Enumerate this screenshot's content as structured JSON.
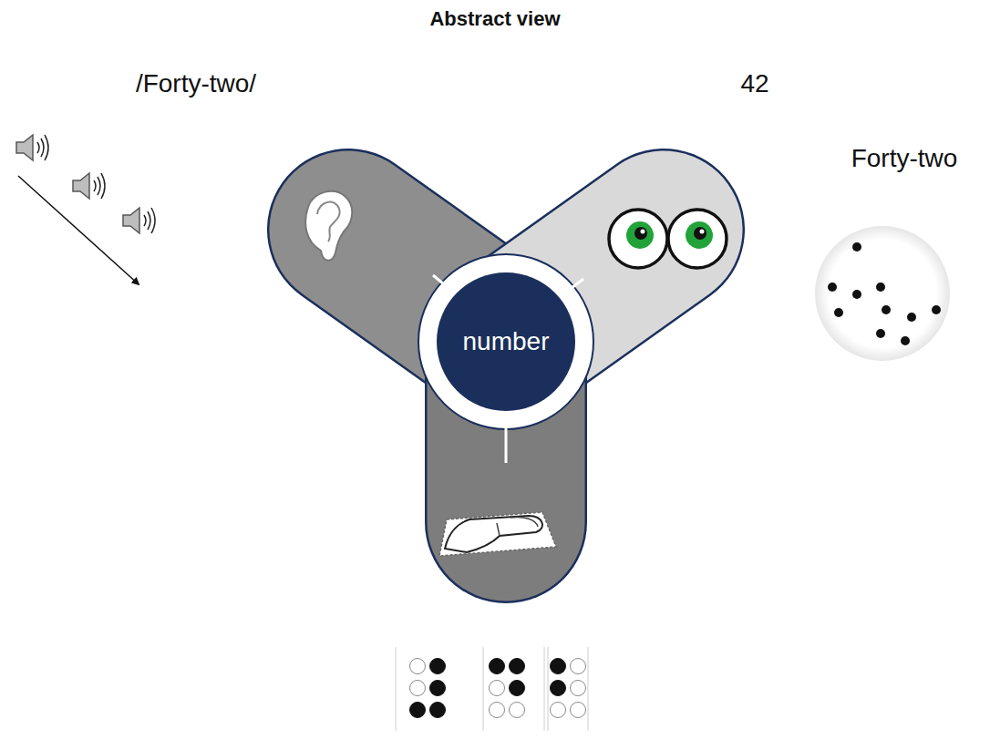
{
  "diagram": {
    "title": "Abstract view",
    "nodes": [
      {
        "text": [
          "number"
        ]
      }
    ],
    "labels": [
      "/Forty-two/",
      "42",
      "Forty-two"
    ]
  }
}
